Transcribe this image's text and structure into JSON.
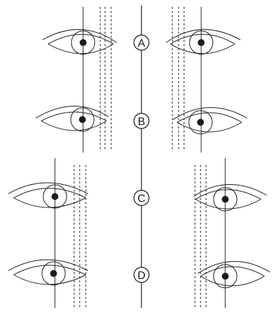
{
  "rows": [
    {
      "label": "A"
    },
    {
      "label": "B"
    },
    {
      "label": "C"
    },
    {
      "label": "D"
    }
  ],
  "colors": {
    "ink": "#1a1a1a",
    "background": "#ffffff"
  }
}
